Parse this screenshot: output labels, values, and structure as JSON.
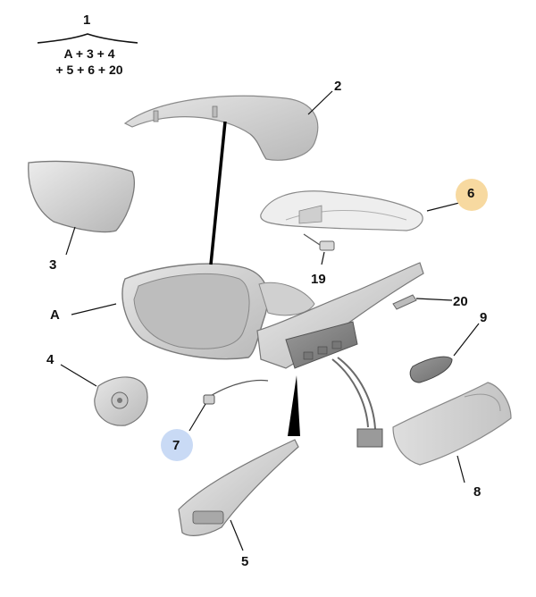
{
  "callouts": {
    "c1": "1",
    "formula_line1": "A + 3 + 4",
    "formula_line2": "+ 5 + 6 + 20",
    "c2": "2",
    "c3": "3",
    "cA": "A",
    "c4": "4",
    "c5": "5",
    "c6": "6",
    "c7": "7",
    "c8": "8",
    "c9": "9",
    "c19": "19",
    "c20": "20"
  },
  "highlights": {
    "c6_color": "#f7d9a0",
    "c7_color": "#c9daf5"
  },
  "parts": {
    "p2": "mirror-cover",
    "p3": "mirror-glass",
    "pA": "mirror-housing",
    "p4": "glass-motor",
    "p5": "lower-trim",
    "p6": "turn-signal-repeater",
    "p7": "puddle-lamp-connector",
    "p8": "base-cover",
    "p9": "connector-clip",
    "p19": "bulb",
    "p20": "fastener"
  }
}
